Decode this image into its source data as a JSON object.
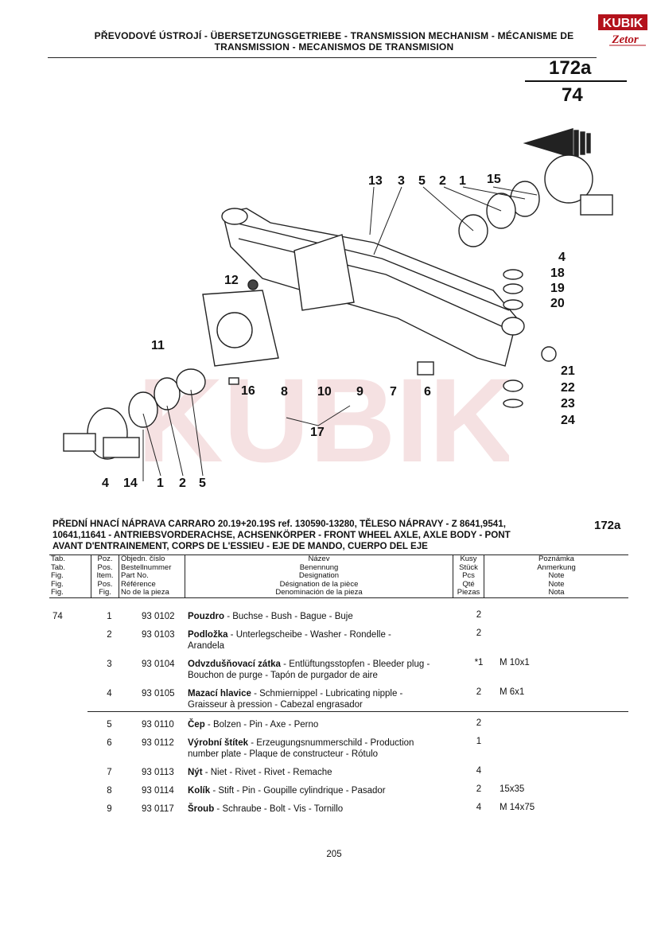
{
  "header": {
    "title_line1": "PŘEVODOVÉ ÚSTROJÍ - ÜBERSETZUNGSGETRIEBE - TRANSMISSION MECHANISM - MÉCANISME DE",
    "title_line2": "TRANSMISSION - MECANISMOS DE TRANSMISION",
    "page_code_a": "172a",
    "page_code_b": "74",
    "logo_top": "KUBIK",
    "logo_bottom": "Zetor"
  },
  "diagram": {
    "callouts": [
      "13",
      "3",
      "5",
      "2",
      "1",
      "15",
      "4",
      "18",
      "19",
      "20",
      "12",
      "11",
      "21",
      "22",
      "23",
      "24",
      "16",
      "8",
      "10",
      "9",
      "7",
      "6",
      "17",
      "4",
      "14",
      "1",
      "2",
      "5"
    ]
  },
  "section": {
    "title_line1": "PŘEDNÍ HNACÍ NÁPRAVA CARRARO 20.19+20.19S ref. 130590-13280, TĚLESO NÁPRAVY - Z 8641,9541,",
    "title_line2": "10641,11641 - ANTRIEBSVORDERACHSE, ACHSENKÖRPER - FRONT WHEEL AXLE, AXLE BODY - PONT",
    "title_line3": "AVANT D'ENTRAINEMENT, CORPS DE L'ESSIEU - EJE DE MANDO, CUERPO DEL EJE",
    "code": "172a"
  },
  "table_header": {
    "tab": [
      "Tab.",
      "Tab.",
      "Fig.",
      "Fig.",
      "Fig."
    ],
    "pos": [
      "Poz.",
      "Pos.",
      "Item.",
      "Pos.",
      "Fig."
    ],
    "ref": [
      "Objedn. číslo",
      "Bestellnummer",
      "Part No.",
      "Référence",
      "No de la pieza"
    ],
    "name": [
      "Název",
      "Benennung",
      "Designation",
      "Désignation de la pièce",
      "Denominación de la pieza"
    ],
    "qty": [
      "Kusy",
      "Stück",
      "Pcs",
      "Qté",
      "Piezas"
    ],
    "note": [
      "Poznámka",
      "Anmerkung",
      "Note",
      "Note",
      "Nota"
    ]
  },
  "rows": [
    {
      "tab": "74",
      "pos": "1",
      "ref": "93 0102",
      "name_bold": "Pouzdro",
      "name_rest": " - Buchse - Bush - Bague - Buje",
      "qty": "2",
      "note": ""
    },
    {
      "tab": "",
      "pos": "2",
      "ref": "93 0103",
      "name_bold": "Podložka",
      "name_rest": " - Unterlegscheibe - Washer - Rondelle - Arandela",
      "qty": "2",
      "note": ""
    },
    {
      "tab": "",
      "pos": "3",
      "ref": "93 0104",
      "name_bold": "Odvzdušňovací zátka",
      "name_rest": " - Entlüftungsstopfen - Bleeder plug - Bouchon de purge - Tapón de purgador de aire",
      "qty": "*1",
      "note": "M 10x1"
    },
    {
      "tab": "",
      "pos": "4",
      "ref": "93 0105",
      "name_bold": "Mazací hlavice",
      "name_rest": " - Schmiernippel - Lubricating nipple - Graisseur à pression - Cabezal engrasador",
      "qty": "2",
      "note": "M 6x1"
    },
    {
      "tab": "",
      "pos": "5",
      "ref": "93 0110",
      "name_bold": "Čep",
      "name_rest": " - Bolzen - Pin - Axe - Perno",
      "qty": "2",
      "note": ""
    },
    {
      "tab": "",
      "pos": "6",
      "ref": "93 0112",
      "name_bold": "Výrobní štítek",
      "name_rest": " - Erzeugungsnummerschild - Production number plate - Plaque de constructeur - Rótulo",
      "qty": "1",
      "note": ""
    },
    {
      "tab": "",
      "pos": "7",
      "ref": "93 0113",
      "name_bold": "Nýt",
      "name_rest": " - Niet - Rivet - Rivet - Remache",
      "qty": "4",
      "note": ""
    },
    {
      "tab": "",
      "pos": "8",
      "ref": "93 0114",
      "name_bold": "Kolík",
      "name_rest": " - Stift - Pin - Goupille cylindrique - Pasador",
      "qty": "2",
      "note": "15x35"
    },
    {
      "tab": "",
      "pos": "9",
      "ref": "93 0117",
      "name_bold": "Šroub",
      "name_rest": " - Schraube - Bolt - Vis - Tornillo",
      "qty": "4",
      "note": "M 14x75"
    }
  ],
  "footer": {
    "page_number": "205"
  }
}
